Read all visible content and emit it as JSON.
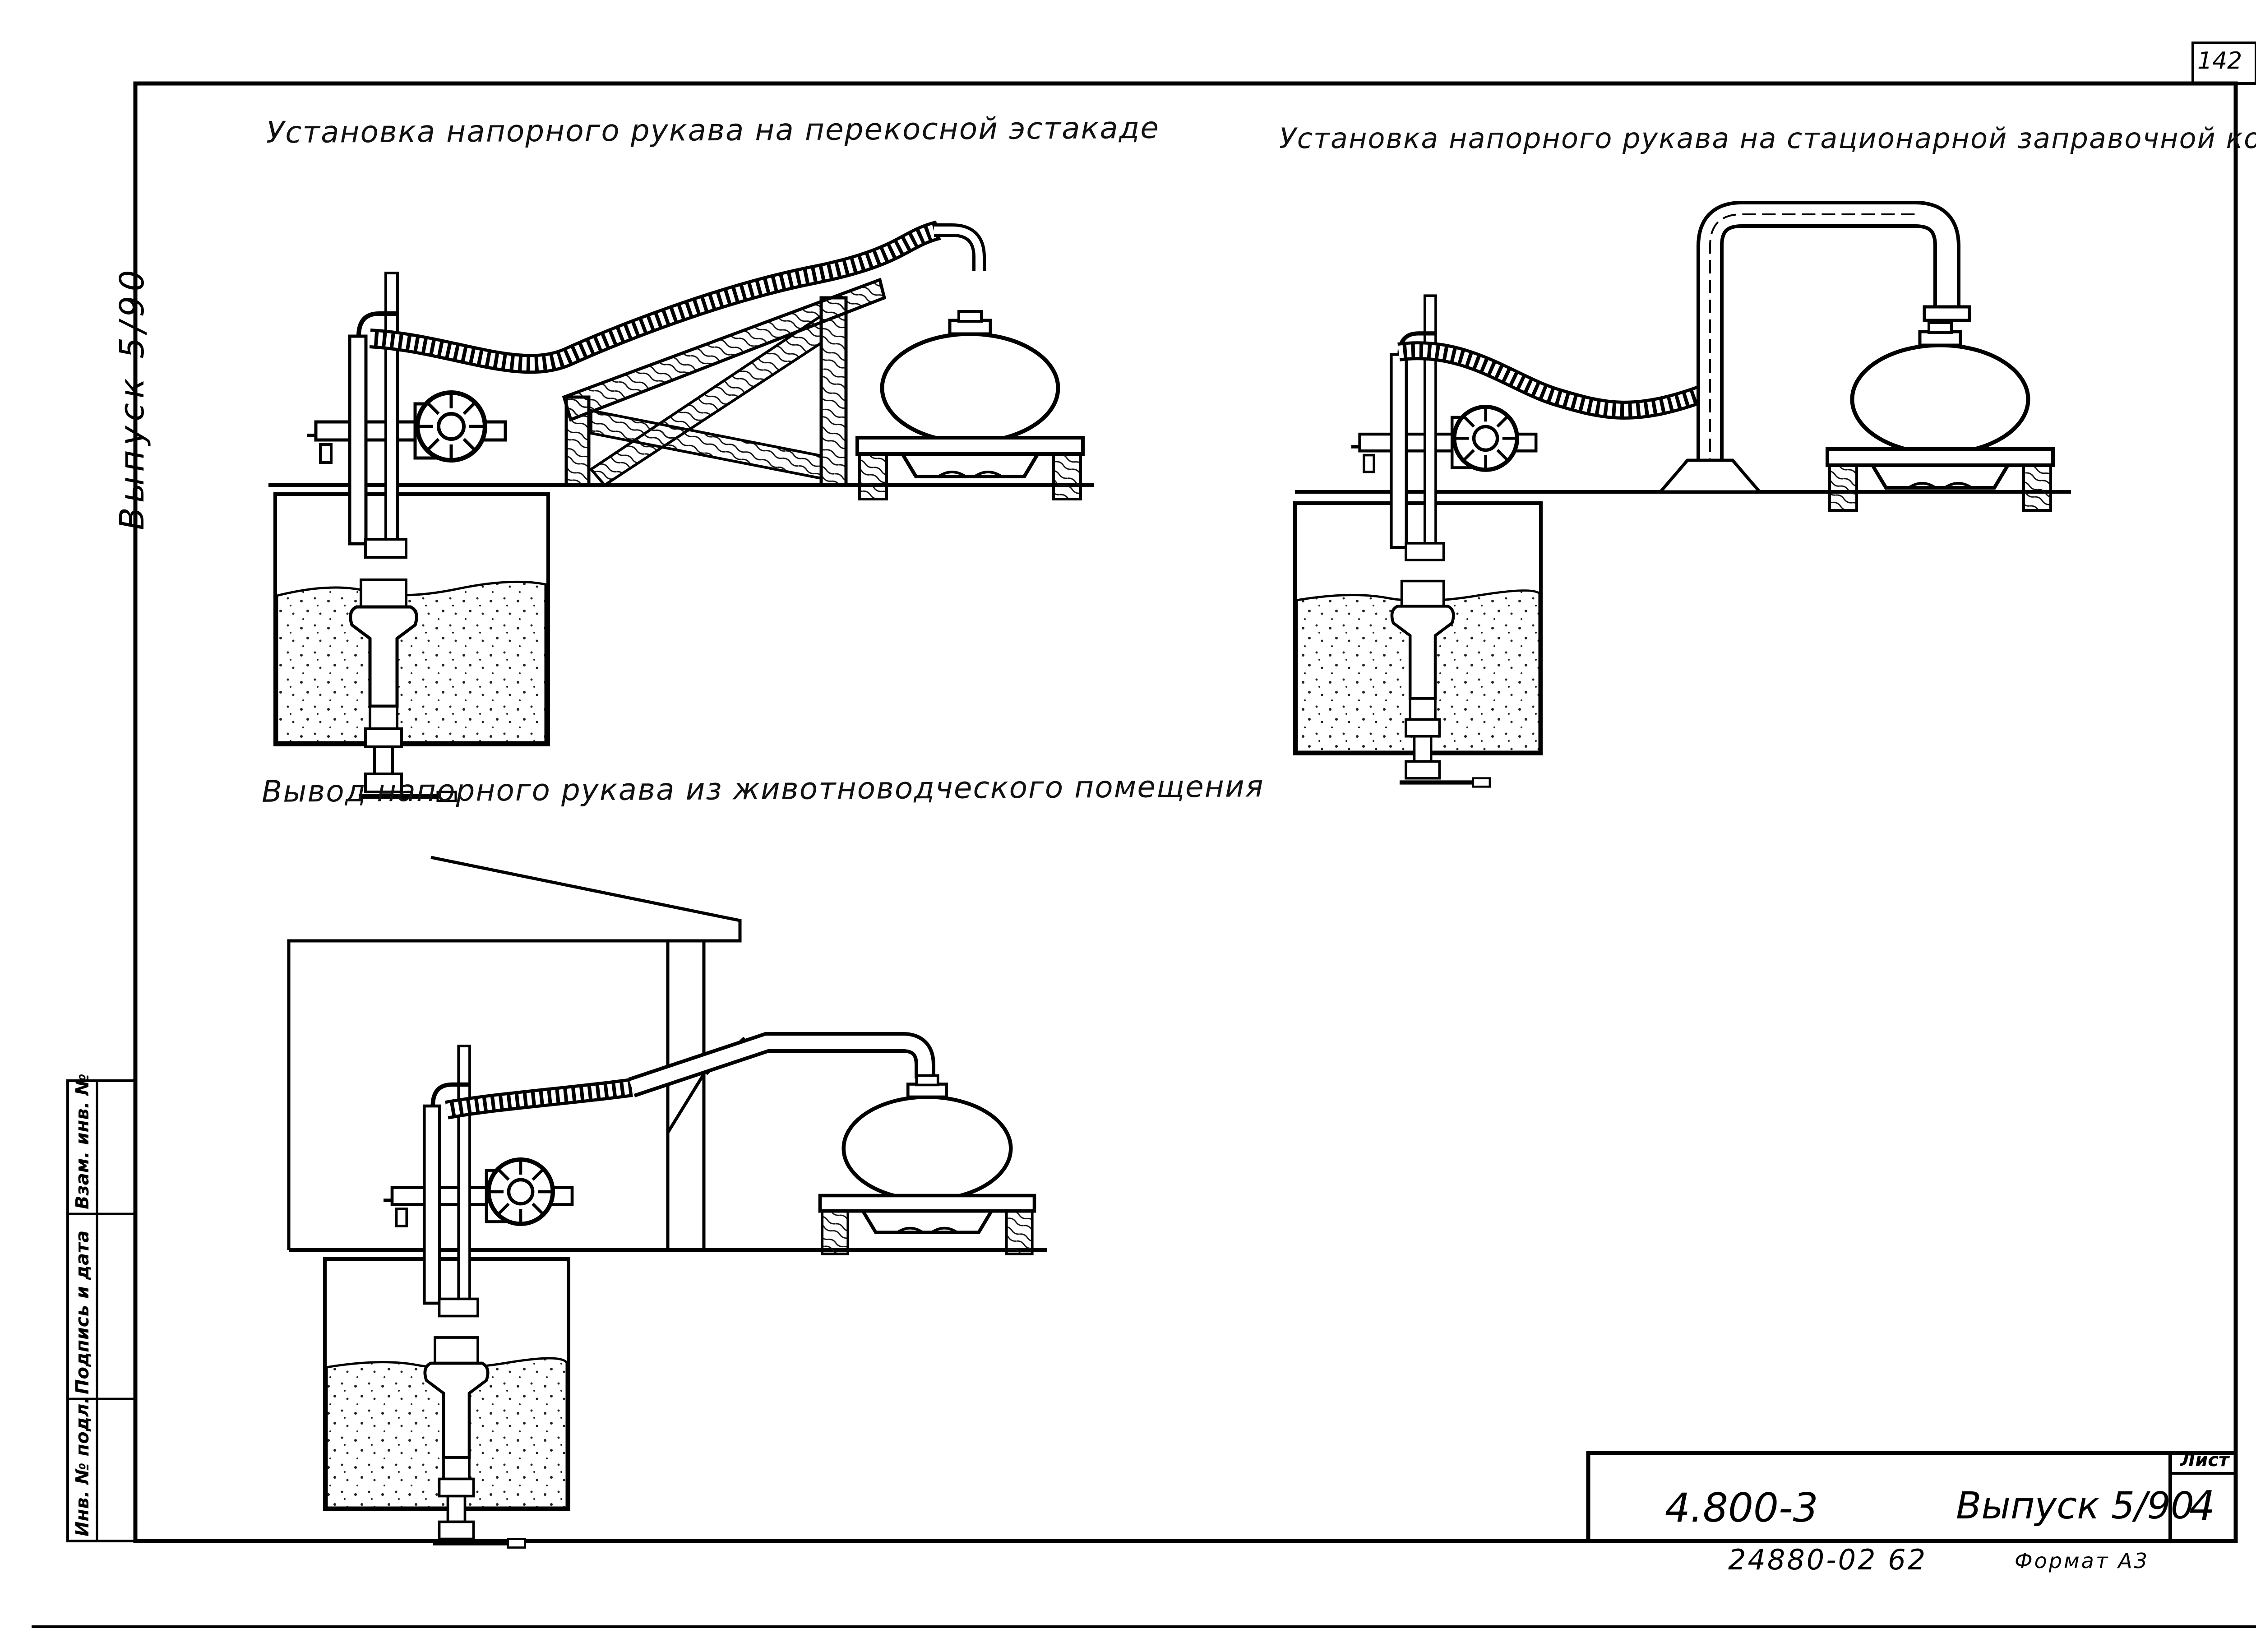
{
  "page_number": "142",
  "titles": {
    "ramp": "Установка напорного рукава на перекосной эстакаде",
    "station": "Установка напорного рукава на стационарной заправочной колонке",
    "building": "Вывод напорного рукава из животноводческого помещения"
  },
  "side_label": "Выпуск 5/90",
  "stamp_cells": [
    "Инв. № подл.",
    "Подпись и дата",
    "Взам. инв. №"
  ],
  "title_block": {
    "code": "4.800-3",
    "issue": "Выпуск 5/90",
    "sheet_label": "Лист",
    "sheet_number": "4",
    "inventory": "24880-02 62",
    "format": "Формат А3"
  }
}
